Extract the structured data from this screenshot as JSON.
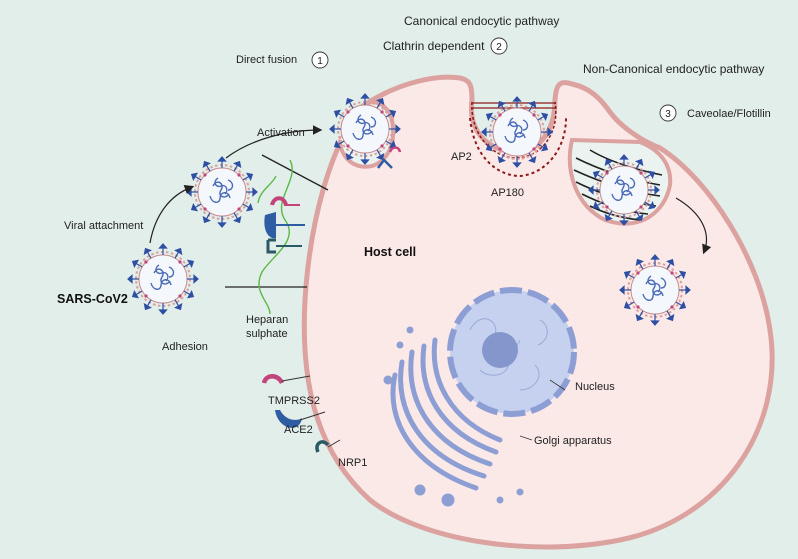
{
  "labels": {
    "canonical": "Canonical endocytic pathway",
    "clathrin": "Clathrin dependent",
    "clathrin_num": "2",
    "direct_fusion": "Direct fusion",
    "direct_fusion_num": "1",
    "non_canonical": "Non-Canonical endocytic pathway",
    "caveolae": "Caveolae/Flotillin",
    "caveolae_num": "3",
    "activation": "Activation",
    "viral_attachment": "Viral attachment",
    "sars": "SARS-CoV2",
    "adhesion": "Adhesion",
    "heparan_1": "Heparan",
    "heparan_2": "sulphate",
    "host_cell": "Host cell",
    "ap2": "AP2",
    "ap180": "AP180",
    "nucleus": "Nucleus",
    "golgi": "Golgi apparatus",
    "tmprss2": "TMPRSS2",
    "ace2": "ACE2",
    "nrp1": "NRP1"
  },
  "colors": {
    "background": "#e2eeea",
    "cell_fill": "#fbe9e8",
    "cell_membrane": "#dca2a0",
    "virus_spike": "#2e4fa3",
    "virus_rna": "#4a6bb8",
    "tmprss2": "#c2447a",
    "ace2": "#2f5da3",
    "nrp1": "#2a5a66",
    "heparan": "#59b944",
    "nucleus": "#b8c7e8",
    "nucleolus": "#8496cc",
    "golgi": "#8d9ed4",
    "clathrin_red": "#8b1a1a"
  }
}
